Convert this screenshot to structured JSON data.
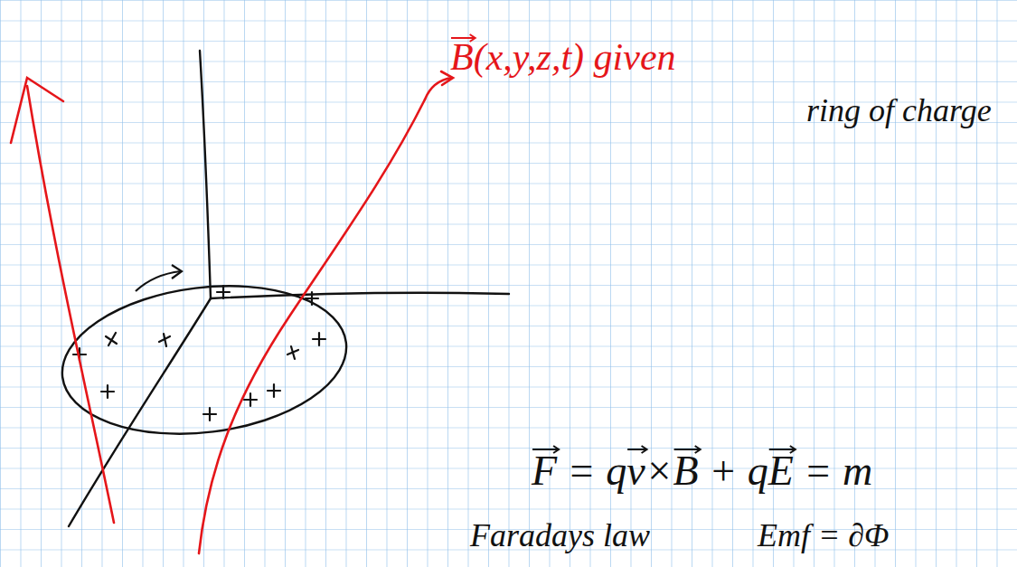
{
  "diagram": {
    "labels": [
      "B(x,y,z,t) given",
      "ring of charge",
      "F = qv×B + qE = m",
      "Faradays law",
      "Emf = ∂Φ"
    ]
  }
}
